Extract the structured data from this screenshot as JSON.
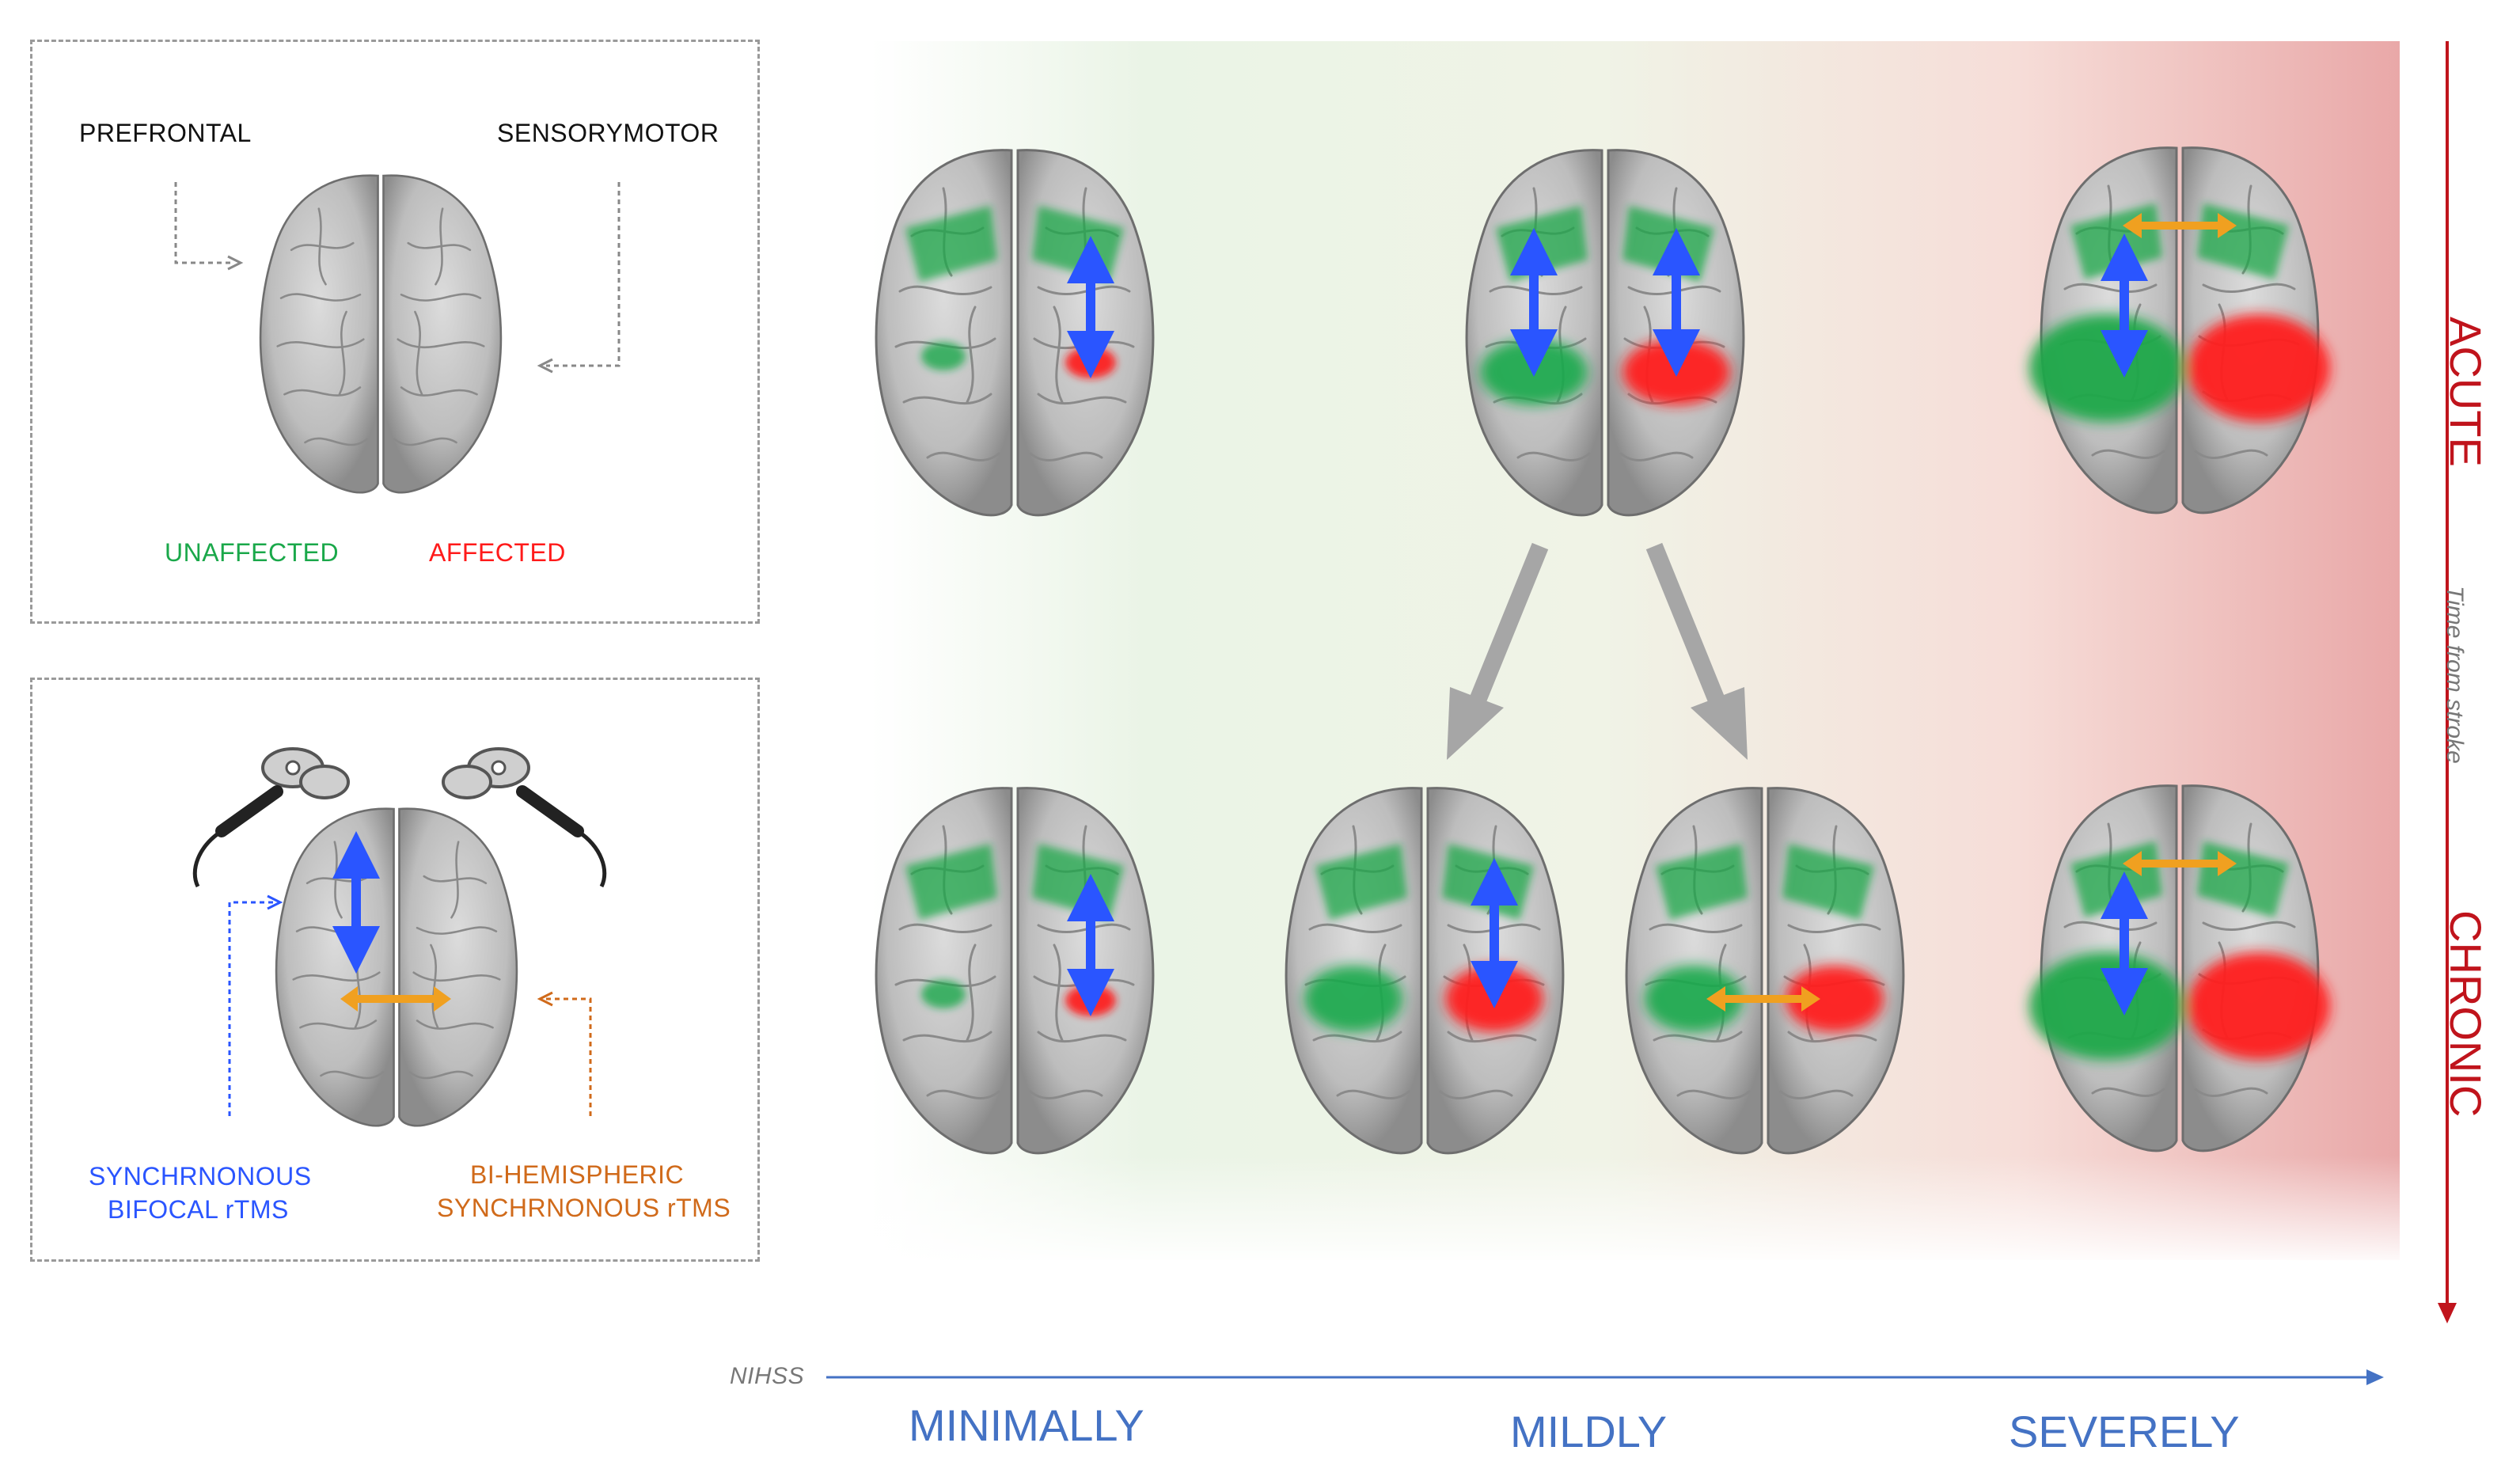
{
  "legend": {
    "prefrontal": "PREFRONTAL",
    "sensorymotor": "SENSORYMOTOR",
    "unaffected": "UNAFFECTED",
    "affected": "AFFECTED",
    "synchronous_bifocal": [
      "SYNCHRNONOUS",
      "BIFOCAL rTMS"
    ],
    "bi_hemispheric": [
      "BI-HEMISPHERIC",
      "SYNCHRNONOUS rTMS"
    ]
  },
  "axis": {
    "time_label": "Time from stroke",
    "acute": "ACUTE",
    "chronic": "CHRONIC",
    "nihss": "NIHSS",
    "minimally": "MINIMALLY",
    "mildly": "MILDLY",
    "severely": "SEVERELY"
  },
  "colors": {
    "unaffected": "#1aa84a",
    "affected": "#ff1a1a",
    "bifocal_arrow": "#2a55ff",
    "bihemispheric_arrow": "#f0a020",
    "axis_red": "#c0141c",
    "axis_blue": "#4472c4"
  }
}
